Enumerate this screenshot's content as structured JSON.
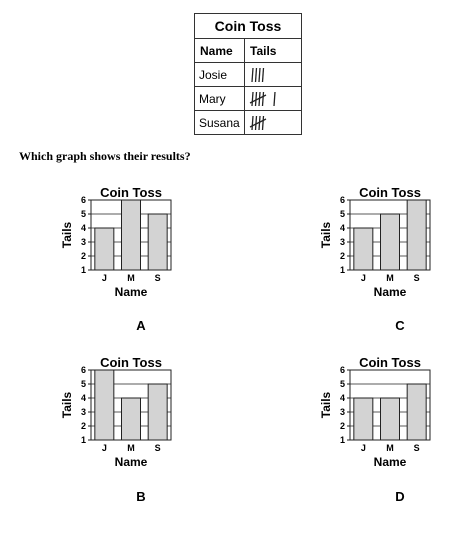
{
  "tally_table": {
    "title": "Coin Toss",
    "headers": [
      "Name",
      "Tails"
    ],
    "rows": [
      {
        "name": "Josie",
        "tails": 4
      },
      {
        "name": "Mary",
        "tails": 6
      },
      {
        "name": "Susana",
        "tails": 5
      }
    ]
  },
  "question": "Which graph shows their results?",
  "chart_data": [
    {
      "type": "bar",
      "option": "A",
      "title": "Coin Toss",
      "xlabel": "Name",
      "ylabel": "Tails",
      "categories": [
        "J",
        "M",
        "S"
      ],
      "values": [
        4,
        6,
        5
      ],
      "ylim": [
        1,
        6
      ],
      "grid": true
    },
    {
      "type": "bar",
      "option": "C",
      "title": "Coin Toss",
      "xlabel": "Name",
      "ylabel": "Tails",
      "categories": [
        "J",
        "M",
        "S"
      ],
      "values": [
        4,
        5,
        6
      ],
      "ylim": [
        1,
        6
      ],
      "grid": true
    },
    {
      "type": "bar",
      "option": "B",
      "title": "Coin Toss",
      "xlabel": "Name",
      "ylabel": "Tails",
      "categories": [
        "J",
        "M",
        "S"
      ],
      "values": [
        6,
        4,
        5
      ],
      "ylim": [
        1,
        6
      ],
      "grid": true
    },
    {
      "type": "bar",
      "option": "D",
      "title": "Coin Toss",
      "xlabel": "Name",
      "ylabel": "Tails",
      "categories": [
        "J",
        "M",
        "S"
      ],
      "values": [
        4,
        4,
        5
      ],
      "ylim": [
        1,
        6
      ],
      "grid": true
    }
  ],
  "colors": {
    "bar_fill": "#d3d3d3",
    "stroke": "#222222"
  }
}
